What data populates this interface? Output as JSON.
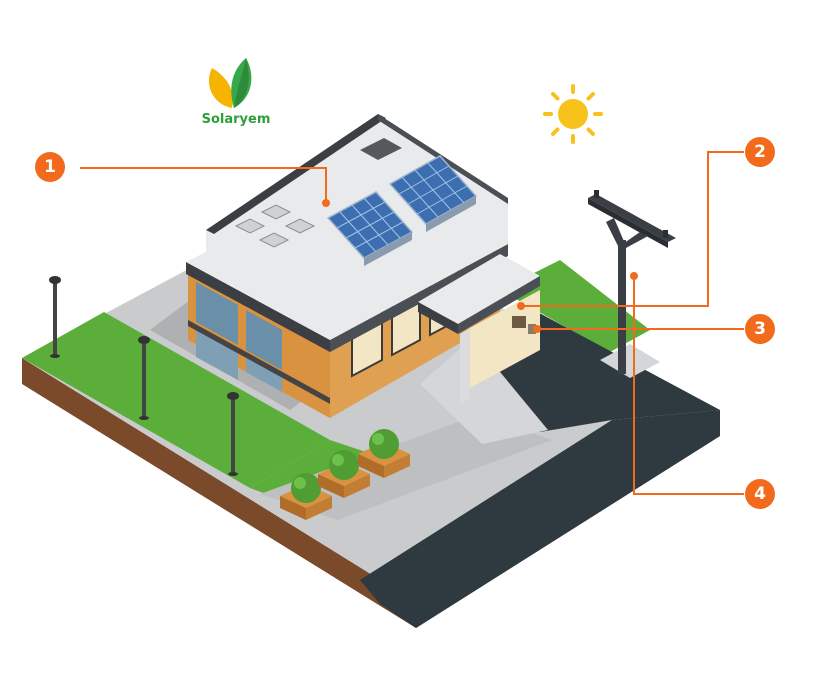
{
  "brand": {
    "name": "Solaryem",
    "text_color": "#2e9e3a",
    "leaf_colors": [
      "#f5b400",
      "#37a84a",
      "#2e8b3a"
    ]
  },
  "callouts": [
    {
      "number": "1",
      "target": "rooftop solar panels"
    },
    {
      "number": "2",
      "target": "inverter / garage equipment"
    },
    {
      "number": "3",
      "target": "meter box"
    },
    {
      "number": "4",
      "target": "utility power pole"
    }
  ],
  "colors": {
    "accent": "#f26b1d",
    "sun": "#f7c21b",
    "grass": "#5cae3a",
    "soil": "#7a4a2a",
    "asphalt": "#2f3a40",
    "pavement": "#c9cbcd",
    "roof": "#e9eaeb",
    "wood": "#d9923f",
    "solar_panel": "#3d6fb0"
  },
  "icons": [
    "leaf-logo-icon",
    "sun-icon",
    "street-lamp-icon",
    "power-pole-icon"
  ]
}
